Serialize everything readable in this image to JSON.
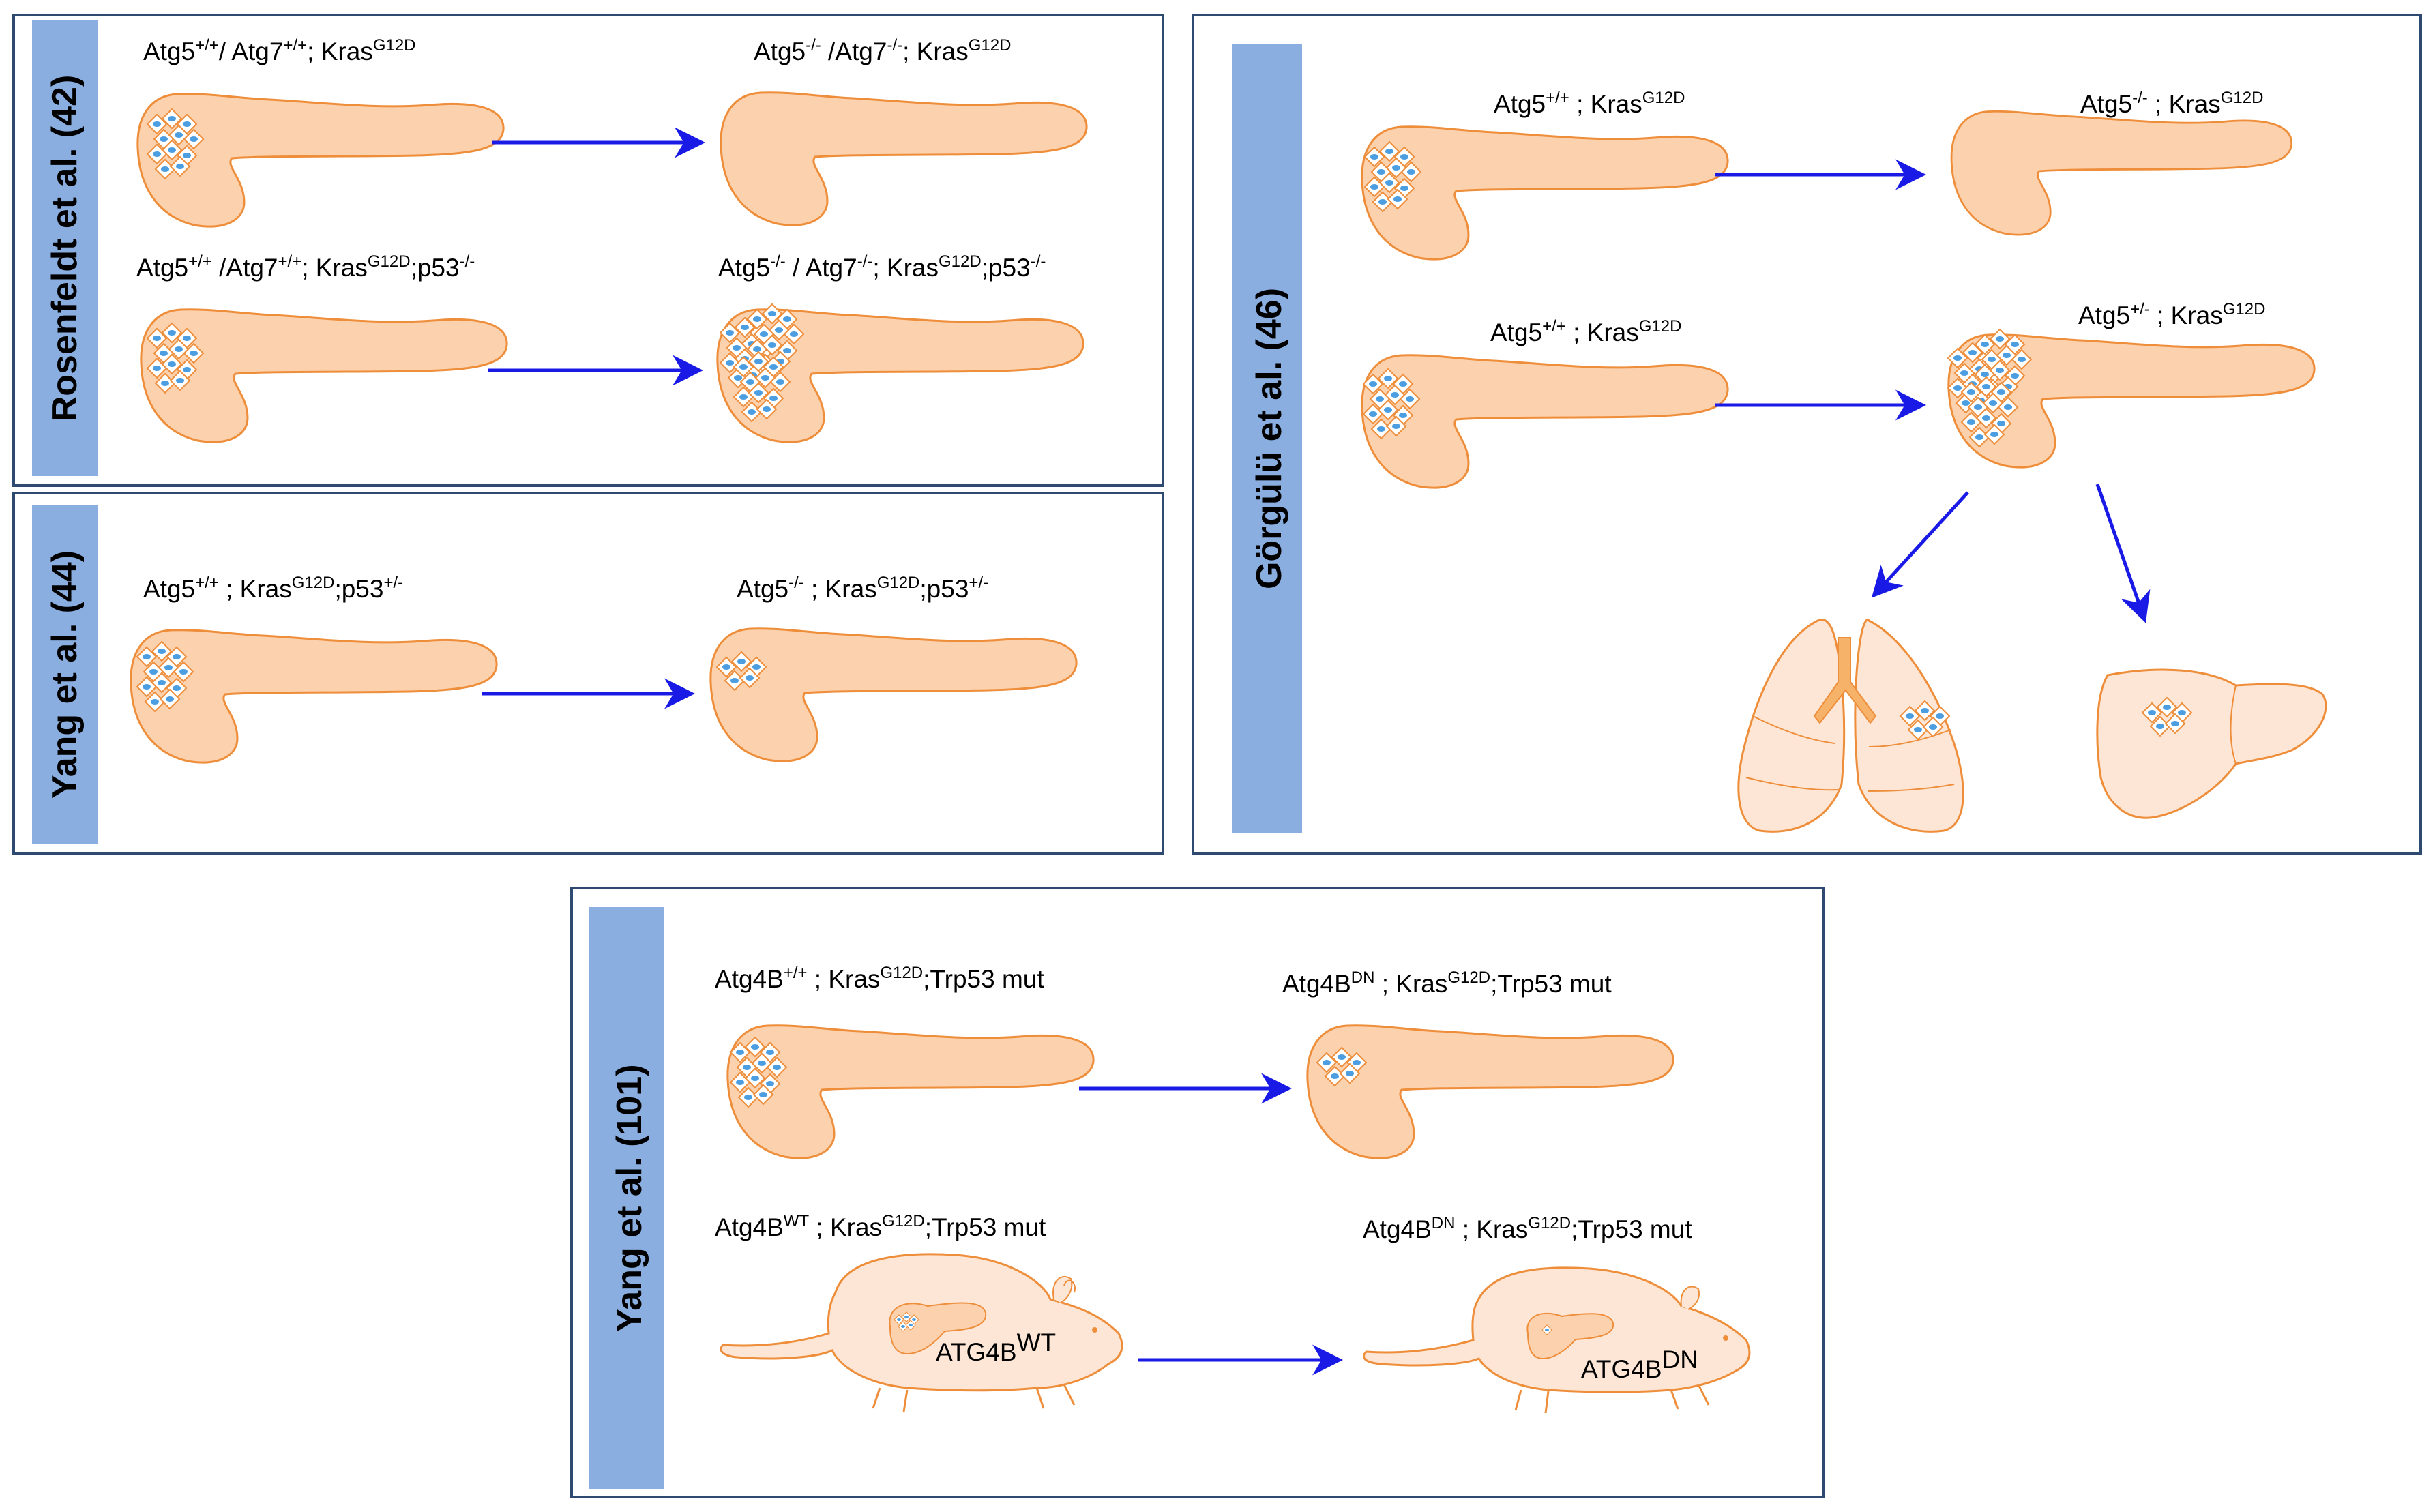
{
  "panels": {
    "rosenfeldt": {
      "study": "Rosenfeldt et al. (42)",
      "row1": {
        "left": [
          {
            "t": "Atg5"
          },
          {
            "t": "+/+",
            "sup": true
          },
          {
            "t": "/ Atg7"
          },
          {
            "t": "+/+",
            "sup": true
          },
          {
            "t": "; Kras"
          },
          {
            "t": "G12D",
            "sup": true
          }
        ],
        "right": [
          {
            "t": "Atg5"
          },
          {
            "t": "-/-",
            "sup": true
          },
          {
            "t": " /Atg7"
          },
          {
            "t": "-/-",
            "sup": true
          },
          {
            "t": "; Kras"
          },
          {
            "t": "G12D",
            "sup": true
          }
        ]
      },
      "row2": {
        "left": [
          {
            "t": "Atg5"
          },
          {
            "t": "+/+",
            "sup": true
          },
          {
            "t": " /Atg7"
          },
          {
            "t": "+/+",
            "sup": true
          },
          {
            "t": "; Kras"
          },
          {
            "t": "G12D",
            "sup": true
          },
          {
            "t": ";p53"
          },
          {
            "t": "-/-",
            "sup": true
          }
        ],
        "right": [
          {
            "t": "Atg5"
          },
          {
            "t": "-/-",
            "sup": true
          },
          {
            "t": " / Atg7"
          },
          {
            "t": "-/-",
            "sup": true
          },
          {
            "t": "; Kras"
          },
          {
            "t": "G12D",
            "sup": true
          },
          {
            "t": ";p53"
          },
          {
            "t": "-/-",
            "sup": true
          }
        ]
      }
    },
    "yang44": {
      "study": "Yang et al. (44)",
      "row1": {
        "left": [
          {
            "t": "Atg5"
          },
          {
            "t": "+/+",
            "sup": true
          },
          {
            "t": " ; Kras"
          },
          {
            "t": "G12D",
            "sup": true
          },
          {
            "t": ";p53"
          },
          {
            "t": "+/-",
            "sup": true
          }
        ],
        "right": [
          {
            "t": "Atg5"
          },
          {
            "t": "-/-",
            "sup": true
          },
          {
            "t": " ; Kras"
          },
          {
            "t": "G12D",
            "sup": true
          },
          {
            "t": ";p53"
          },
          {
            "t": "+/-",
            "sup": true
          }
        ]
      }
    },
    "gorgulu": {
      "study": "Görgülü et al. (46)",
      "row1": {
        "left": [
          {
            "t": "Atg5"
          },
          {
            "t": "+/+",
            "sup": true
          },
          {
            "t": " ; Kras"
          },
          {
            "t": "G12D",
            "sup": true
          }
        ],
        "right": [
          {
            "t": "Atg5"
          },
          {
            "t": "-/-",
            "sup": true
          },
          {
            "t": " ; Kras"
          },
          {
            "t": "G12D",
            "sup": true
          }
        ]
      },
      "row2": {
        "left": [
          {
            "t": "Atg5"
          },
          {
            "t": "+/+",
            "sup": true
          },
          {
            "t": " ; Kras"
          },
          {
            "t": "G12D",
            "sup": true
          }
        ],
        "right": [
          {
            "t": "Atg5"
          },
          {
            "t": "+/-",
            "sup": true
          },
          {
            "t": " ; Kras"
          },
          {
            "t": "G12D",
            "sup": true
          }
        ]
      }
    },
    "yang101": {
      "study": "Yang et al. (101)",
      "row1": {
        "left": [
          {
            "t": "Atg4B"
          },
          {
            "t": "+/+",
            "sup": true
          },
          {
            "t": " ; Kras"
          },
          {
            "t": "G12D",
            "sup": true
          },
          {
            "t": ";Trp53 mut"
          }
        ],
        "right": [
          {
            "t": "Atg4B"
          },
          {
            "t": "DN",
            "sup": true
          },
          {
            "t": " ; Kras"
          },
          {
            "t": "G12D",
            "sup": true
          },
          {
            "t": ";Trp53 mut"
          }
        ]
      },
      "row2": {
        "left": [
          {
            "t": "Atg4B"
          },
          {
            "t": "WT",
            "sup": true
          },
          {
            "t": " ; Kras"
          },
          {
            "t": "G12D",
            "sup": true
          },
          {
            "t": ";Trp53 mut"
          }
        ],
        "right": [
          {
            "t": "Atg4B"
          },
          {
            "t": "DN",
            "sup": true
          },
          {
            "t": " ; Kras"
          },
          {
            "t": "G12D",
            "sup": true
          },
          {
            "t": ";Trp53 mut"
          }
        ],
        "mouse_left": [
          {
            "t": "ATG4B"
          },
          {
            "t": "WT",
            "sup": true
          }
        ],
        "mouse_right": [
          {
            "t": "ATG4B"
          },
          {
            "t": "DN",
            "sup": true
          }
        ]
      }
    }
  },
  "colors": {
    "panel_border": "#2f4a70",
    "side_bar": "#8aaee0",
    "organ_fill": "#fcd1ae",
    "organ_stroke": "#ee8e3b",
    "lung_fill": "#fde6d5",
    "arrow": "#1a1ae6",
    "lesion_fill": "#ffffff",
    "lesion_nucleus": "#4d9ee0"
  }
}
